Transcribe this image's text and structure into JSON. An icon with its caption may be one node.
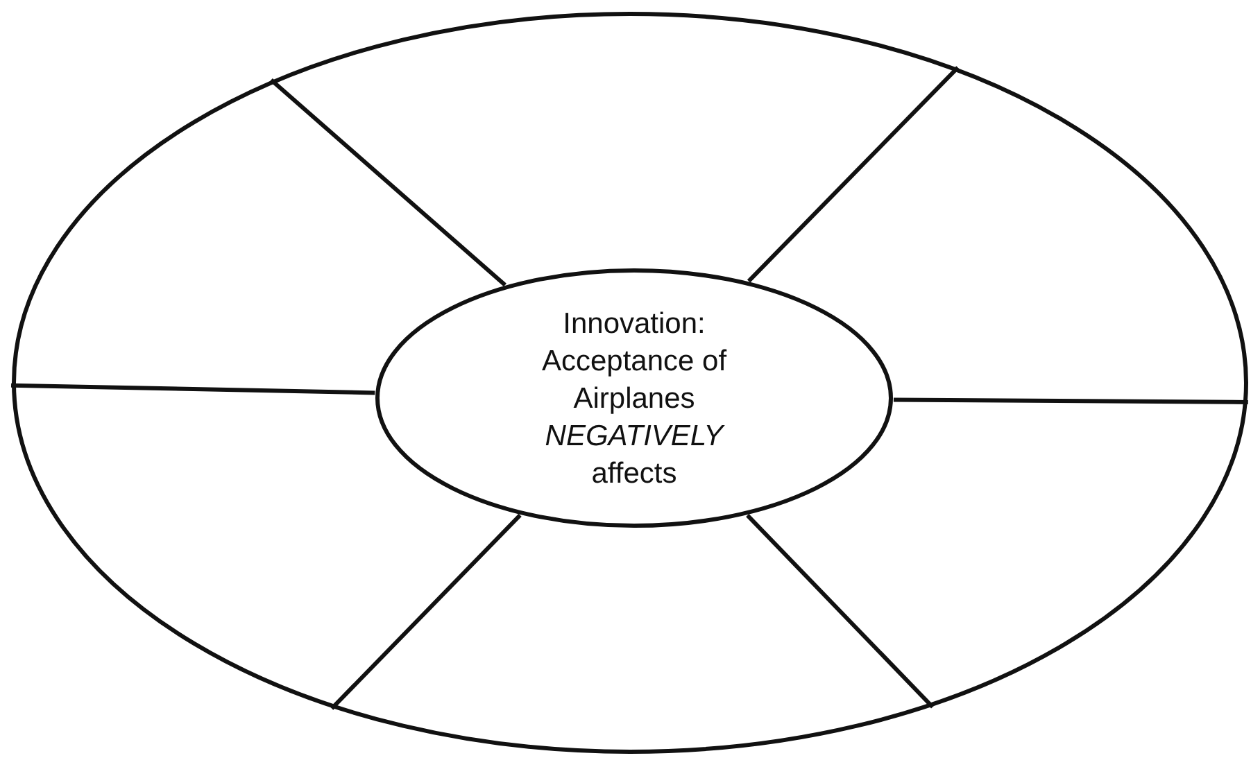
{
  "diagram": {
    "nodes": [
      {
        "text": [],
        "shape": "ellipse"
      },
      {
        "text": [
          "Innovation:",
          "Acceptance of Airplanes *NEGATIVELY* affects"
        ],
        "in": 0
      }
    ],
    "edges": [
      {
        "from": 1,
        "to": 0,
        "arrow": "none"
      },
      {
        "from": 1,
        "to": 0,
        "arrow": "none"
      },
      {
        "from": 1,
        "to": 0,
        "arrow": "none"
      },
      {
        "from": 1,
        "to": 0,
        "arrow": "none"
      },
      {
        "from": 1,
        "to": 0,
        "arrow": "none"
      },
      {
        "from": 1,
        "to": 0,
        "arrow": "none"
      }
    ]
  }
}
